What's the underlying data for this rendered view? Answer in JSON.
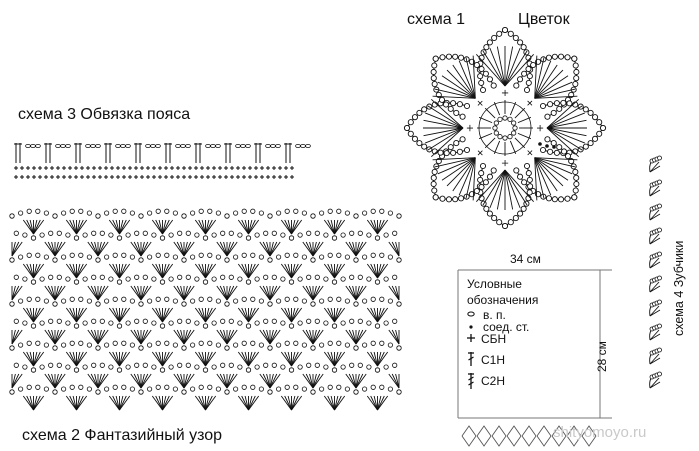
{
  "scheme1": {
    "label": "схема 1",
    "title": "Цветок"
  },
  "scheme2": {
    "label": "схема 2 Фантазийный узор"
  },
  "scheme3": {
    "label": "схема 3 Обвязка пояса"
  },
  "scheme4": {
    "label": "схема 4 Зубчики"
  },
  "dimensions": {
    "width": "34 см",
    "height": "28 см"
  },
  "legend": {
    "title_line1": "Условные",
    "title_line2": "обозначения",
    "items": [
      {
        "symbol": "chain-oval",
        "label": "в. п."
      },
      {
        "symbol": "dot",
        "label": "соед. ст."
      },
      {
        "symbol": "plus",
        "label": "СБН"
      },
      {
        "symbol": "stitch-1-bar",
        "label": "С1Н"
      },
      {
        "symbol": "stitch-2-bar",
        "label": "С2Н"
      }
    ]
  },
  "watermark": "shityomoyo.ru"
}
